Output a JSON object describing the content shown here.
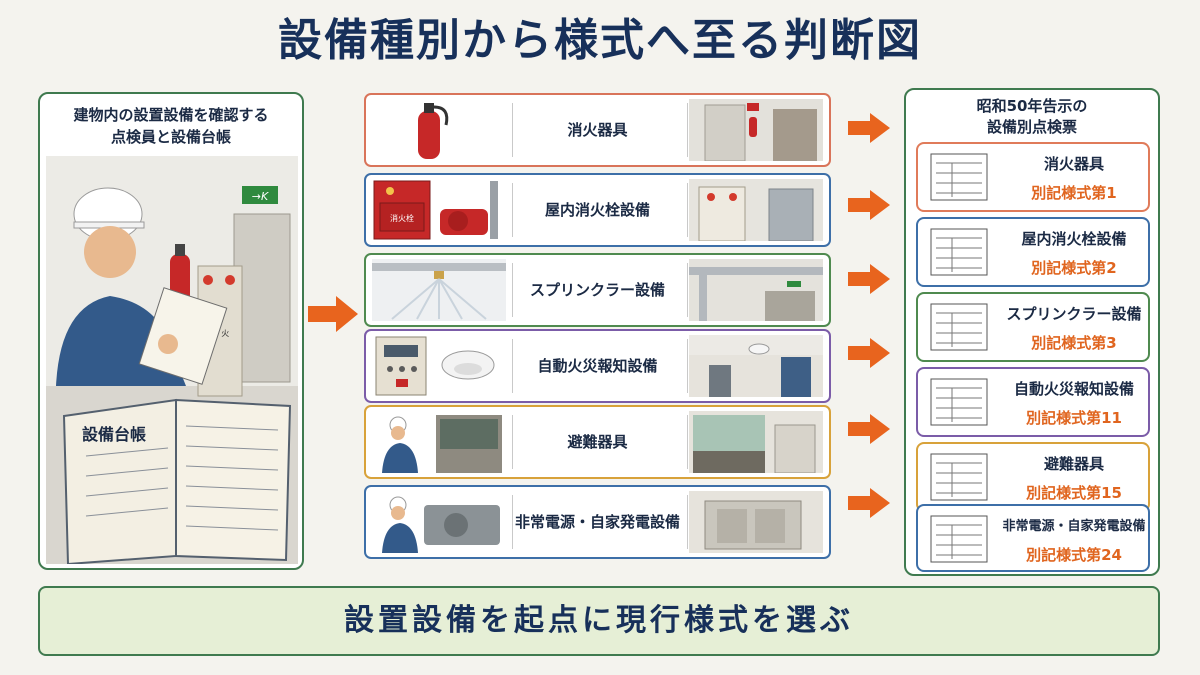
{
  "title": "設備種別から様式へ至る判断図",
  "left_panel": {
    "caption_line1": "建物内の設置設備を確認する",
    "caption_line2": "点検員と設備台帳",
    "ledger_title": "設備台帳",
    "exit_sign": "→𝘒",
    "panel_label": "消 火"
  },
  "equipment": [
    {
      "label": "消火器具",
      "border": "#d9745a"
    },
    {
      "label": "屋内消火栓設備",
      "border": "#3d6fa8",
      "box_label": "消火栓"
    },
    {
      "label": "スプリンクラー設備",
      "border": "#4f8a4f"
    },
    {
      "label": "自動火災報知設備",
      "border": "#7b5ca8"
    },
    {
      "label": "避難器具",
      "border": "#d8a23a"
    },
    {
      "label": "非常電源・自家発電設備",
      "border": "#3d6fa8"
    }
  ],
  "right_panel": {
    "title_line1": "昭和50年告示の",
    "title_line2": "設備別点検票",
    "cards": [
      {
        "name": "消火器具",
        "form": "別記様式第1",
        "border": "#e07b5a"
      },
      {
        "name": "屋内消火栓設備",
        "form": "別記様式第2",
        "border": "#3d6fa8"
      },
      {
        "name": "スプリンクラー設備",
        "form": "別記様式第3",
        "border": "#4f8a4f"
      },
      {
        "name": "自動火災報知設備",
        "form": "別記様式第11",
        "border": "#7b5ca8"
      },
      {
        "name": "避難器具",
        "form": "別記様式第15",
        "border": "#d8a23a"
      },
      {
        "name": "非常電源・自家発電設備",
        "form": "別記様式第24",
        "border": "#3d6fa8"
      }
    ]
  },
  "footer": "設置設備を起点に現行様式を選ぶ",
  "colors": {
    "arrow": "#e8641e",
    "frame": "#3f7a4f",
    "title": "#17305a",
    "form_text": "#e0651f"
  }
}
